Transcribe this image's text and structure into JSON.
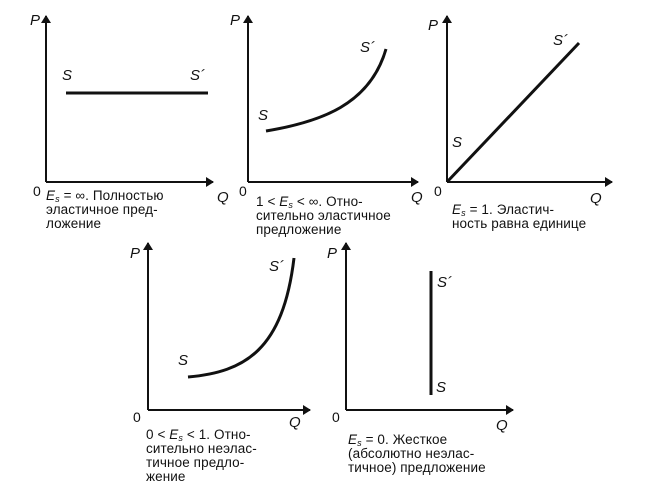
{
  "colors": {
    "ink": "#111111",
    "background": "#ffffff"
  },
  "axis_labels": {
    "price": "P",
    "quantity": "Q",
    "origin": "0"
  },
  "curve_labels": {
    "start": "S",
    "end": "S´"
  },
  "panels": [
    {
      "id": "perfectly-elastic",
      "caption": {
        "symbol": "E",
        "sub": "s",
        "line1_rest": " = ∞. Полностью",
        "line2": "эластичное пред-",
        "line3": "ложение"
      }
    },
    {
      "id": "relatively-elastic",
      "caption": {
        "prefix": "1 < ",
        "symbol": "E",
        "sub": "s",
        "line1_rest": " < ∞. Отно-",
        "line2": "сительно эластичное",
        "line3": "предложение"
      }
    },
    {
      "id": "unit-elastic",
      "caption": {
        "symbol": "E",
        "sub": "s",
        "line1_rest": " = 1. Эластич-",
        "line2": "ность равна единице"
      }
    },
    {
      "id": "relatively-inelastic",
      "caption": {
        "prefix": "0 < ",
        "symbol": "E",
        "sub": "s",
        "line1_rest": " < 1. Отно-",
        "line2": "сительно неэлас-",
        "line3": "тичное предло-",
        "line4": "жение"
      }
    },
    {
      "id": "perfectly-inelastic",
      "caption": {
        "symbol": "E",
        "sub": "s",
        "line1_rest": " = 0. Жесткое",
        "line2": "(абсолютно неэлас-",
        "line3": "тичное) предложение"
      }
    }
  ]
}
